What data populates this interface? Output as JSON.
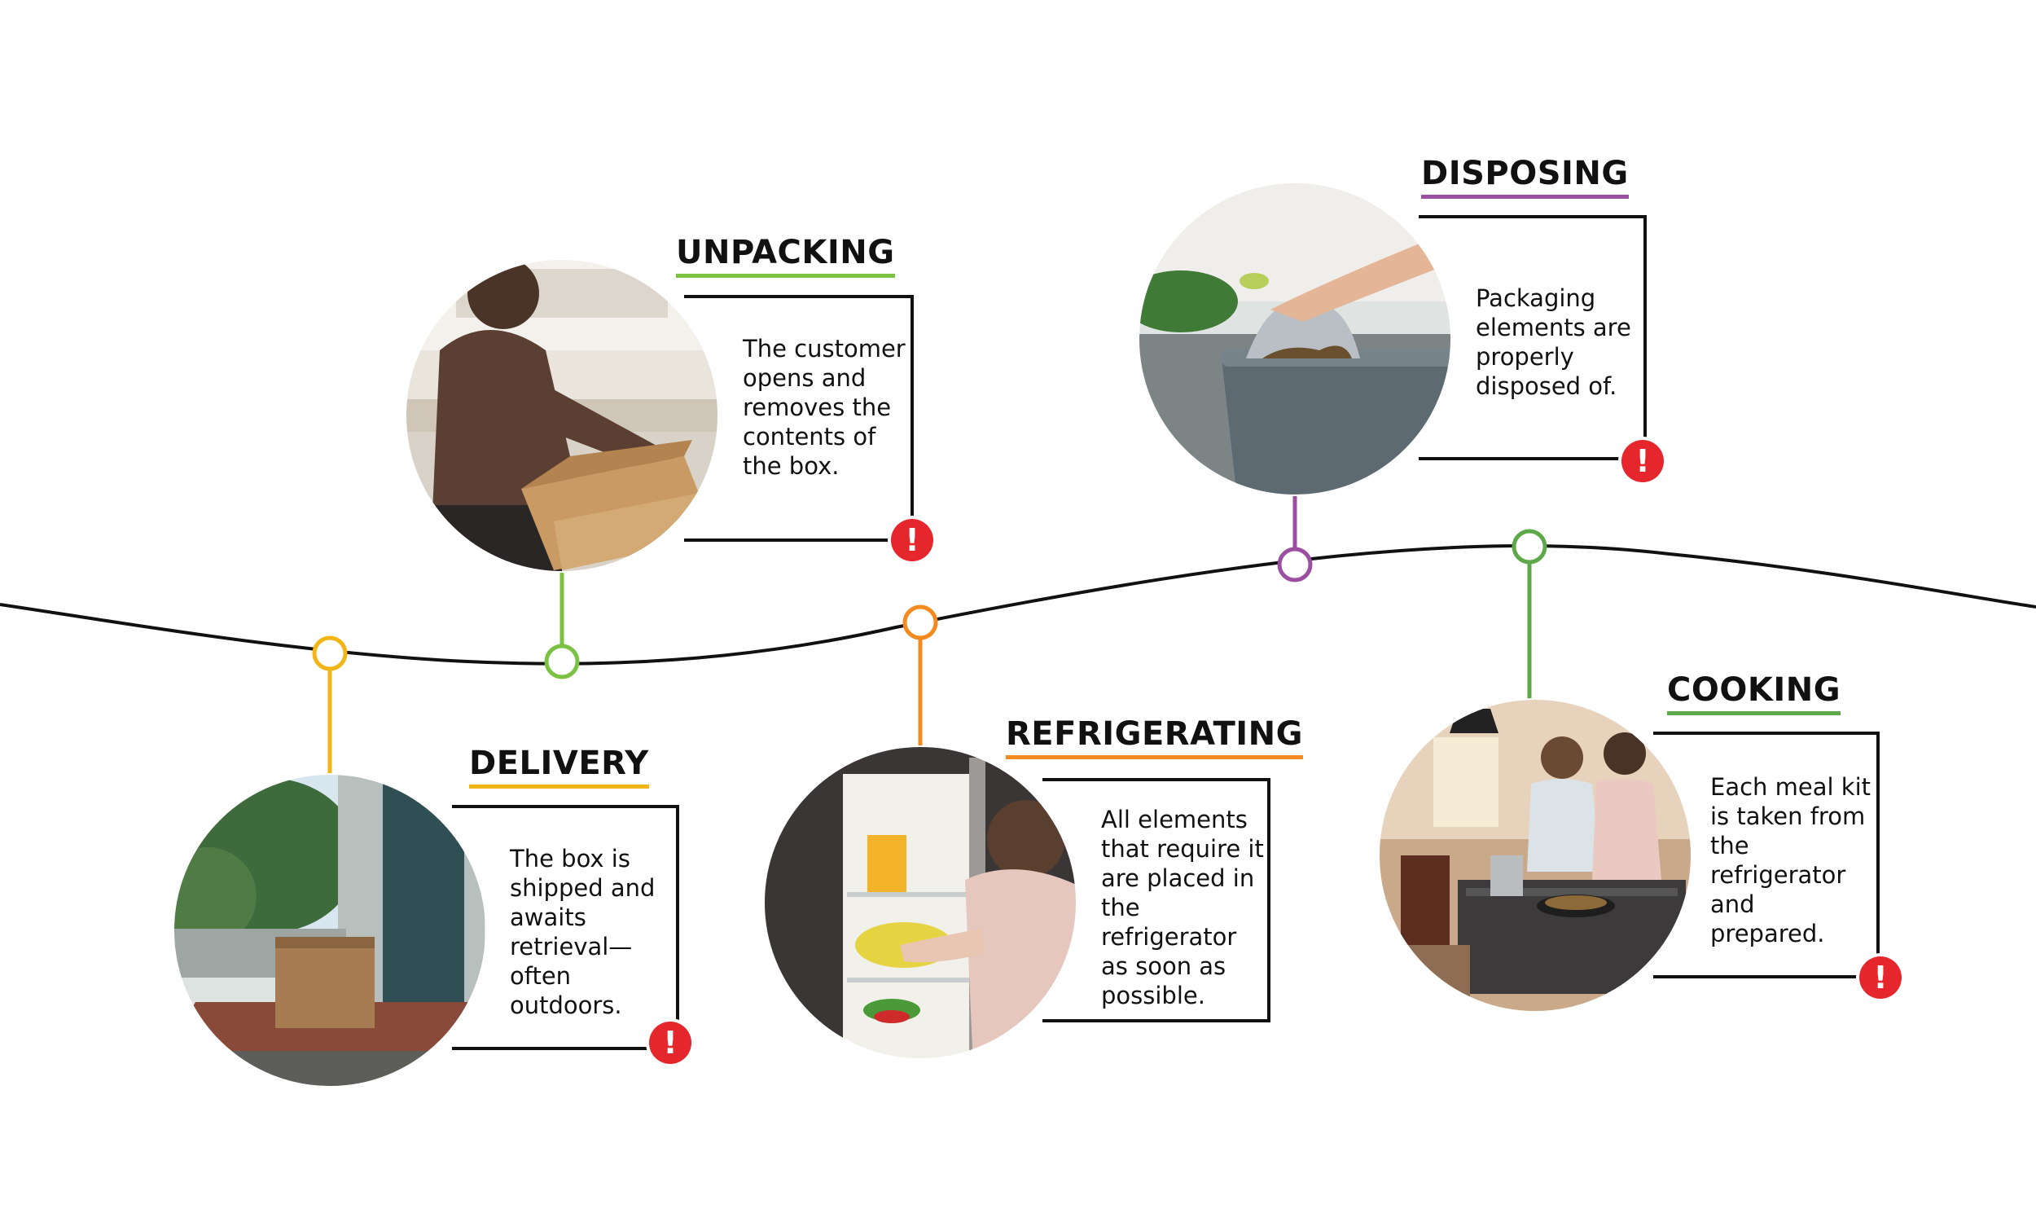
{
  "stages": [
    {
      "id": "unpacking",
      "title": "UNPACKING",
      "description": "The customer opens and removes the contents of the box.",
      "accent": "#7cc242",
      "has_alert": true,
      "alert_symbol": "!"
    },
    {
      "id": "disposing",
      "title": "DISPOSING",
      "description": "Packaging elements are properly disposed of.",
      "accent": "#9b4fa0",
      "has_alert": true,
      "alert_symbol": "!"
    },
    {
      "id": "delivery",
      "title": "DELIVERY",
      "description": "The box is shipped and awaits retrieval—often outdoors.",
      "accent": "#f1b515",
      "has_alert": true,
      "alert_symbol": "!"
    },
    {
      "id": "refrigerating",
      "title": "REFRIGERATING",
      "description": "All elements that require it are placed in the refrigerator as soon as possible.",
      "accent": "#f28a1f",
      "has_alert": false
    },
    {
      "id": "cooking",
      "title": "COOKING",
      "description": "Each meal kit is taken from the refrigerator and prepared.",
      "accent": "#5da848",
      "has_alert": true,
      "alert_symbol": "!"
    }
  ],
  "alert_color": "#e5262c",
  "icons": {
    "alert": "exclamation-alert-icon",
    "photos": [
      "unpacking-photo-icon",
      "disposing-photo-icon",
      "delivery-photo-icon",
      "refrigerating-photo-icon",
      "cooking-photo-icon"
    ]
  }
}
